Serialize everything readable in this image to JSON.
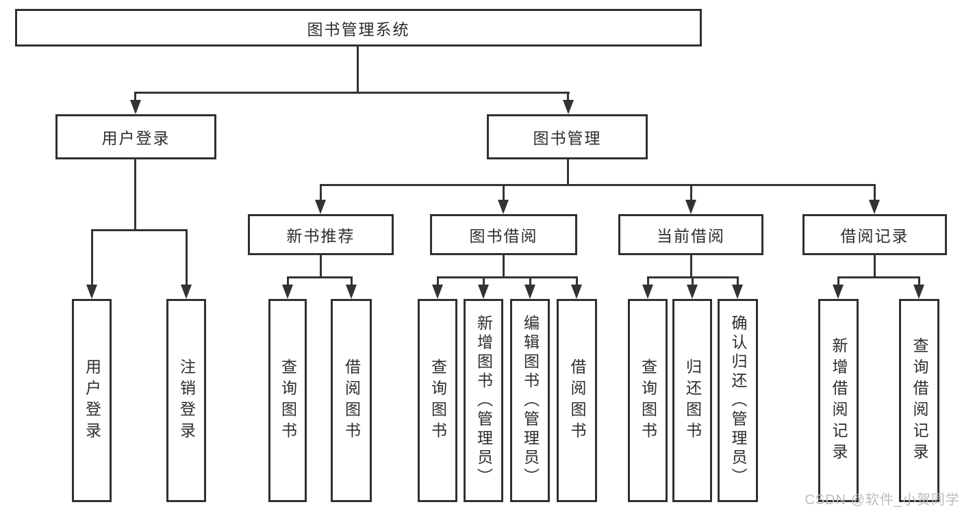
{
  "diagram": {
    "title": "图书管理系统",
    "root": {
      "label": "图书管理系统"
    },
    "branches": [
      {
        "label": "用户登录",
        "children": [
          {
            "label": "用户登录"
          },
          {
            "label": "注销登录"
          }
        ]
      },
      {
        "label": "图书管理",
        "children": [
          {
            "label": "新书推荐",
            "children": [
              {
                "label": "查询图书"
              },
              {
                "label": "借阅图书"
              }
            ]
          },
          {
            "label": "图书借阅",
            "children": [
              {
                "label": "查询图书"
              },
              {
                "label": "新增图书（管理员）"
              },
              {
                "label": "编辑图书（管理员）"
              },
              {
                "label": "借阅图书"
              }
            ]
          },
          {
            "label": "当前借阅",
            "children": [
              {
                "label": "查询图书"
              },
              {
                "label": "归还图书"
              },
              {
                "label": "确认归还（管理员）"
              }
            ]
          },
          {
            "label": "借阅记录",
            "children": [
              {
                "label": "新增借阅记录"
              },
              {
                "label": "查询借阅记录"
              }
            ]
          }
        ]
      }
    ]
  },
  "watermark": {
    "text": "CSDN @软件_小贺同学",
    "color": "#bcbcbc"
  },
  "colors": {
    "background": "#ffffff",
    "line": "#333333",
    "box_border": "#303030",
    "text": "#2d2d2d"
  }
}
